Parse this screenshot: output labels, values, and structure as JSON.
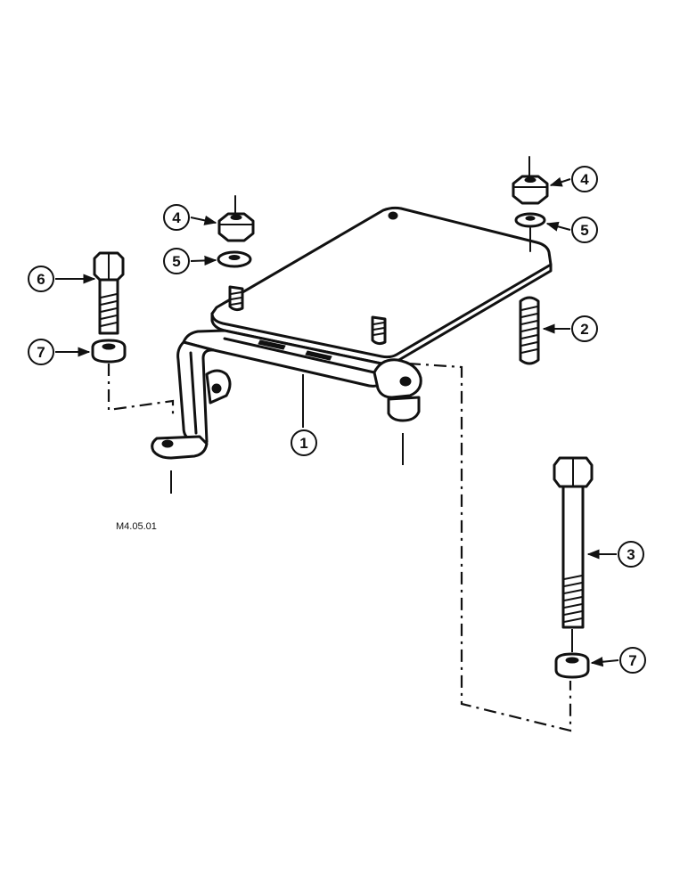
{
  "figure": {
    "reference_code": "M4.05.01"
  },
  "callouts": {
    "bracket": "1",
    "stud": "2",
    "long_bolt": "3",
    "nut_left": "4",
    "nut_right": "4",
    "washer_left": "5",
    "washer_right": "5",
    "short_bolt": "6",
    "lockwasher_left": "7",
    "lockwasher_right": "7"
  }
}
